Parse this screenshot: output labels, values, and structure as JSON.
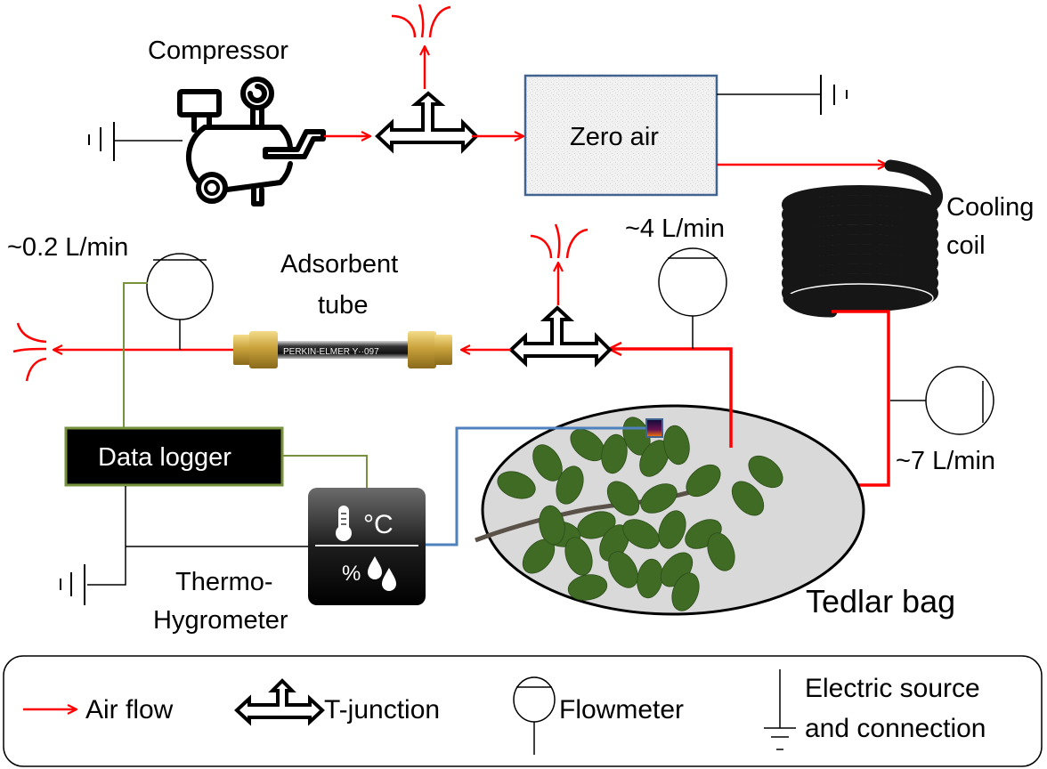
{
  "diagram": {
    "title": "Leaf volatile sampling setup",
    "components": {
      "compressor": {
        "label": "Compressor"
      },
      "zero_air": {
        "label": "Zero air"
      },
      "cooling_coil": {
        "label_line1": "Cooling",
        "label_line2": "coil"
      },
      "adsorbent_tube": {
        "label_line1": "Adsorbent",
        "label_line2": "tube",
        "printed_text": "PERKIN-ELMER  Y··097"
      },
      "data_logger": {
        "label": "Data logger"
      },
      "thermo_hygrometer": {
        "label_line1": "Thermo-",
        "label_line2": "Hygrometer",
        "temp_unit": "°C",
        "humidity_unit": "%"
      },
      "tedlar_bag": {
        "label": "Tedlar bag"
      }
    },
    "flow_rates": {
      "sampling": "~0.2 L/min",
      "bag_outlet": "~4 L/min",
      "bag_inlet": "~7 L/min"
    },
    "colors": {
      "air_flow": "#ff0000",
      "signal_wire": "#76923c",
      "sensor_wire": "#4f81bd",
      "zero_air_border": "#41638f",
      "bag_fill": "#d9d9d9",
      "leaf": "#3f6b25"
    }
  },
  "legend": {
    "items": [
      {
        "icon": "air-flow-arrow-icon",
        "label": "Air flow"
      },
      {
        "icon": "t-junction-icon",
        "label": "T-junction"
      },
      {
        "icon": "flowmeter-icon",
        "label": "Flowmeter"
      },
      {
        "icon": "electric-ground-icon",
        "label_line1": "Electric source",
        "label_line2": "and connection"
      }
    ]
  }
}
